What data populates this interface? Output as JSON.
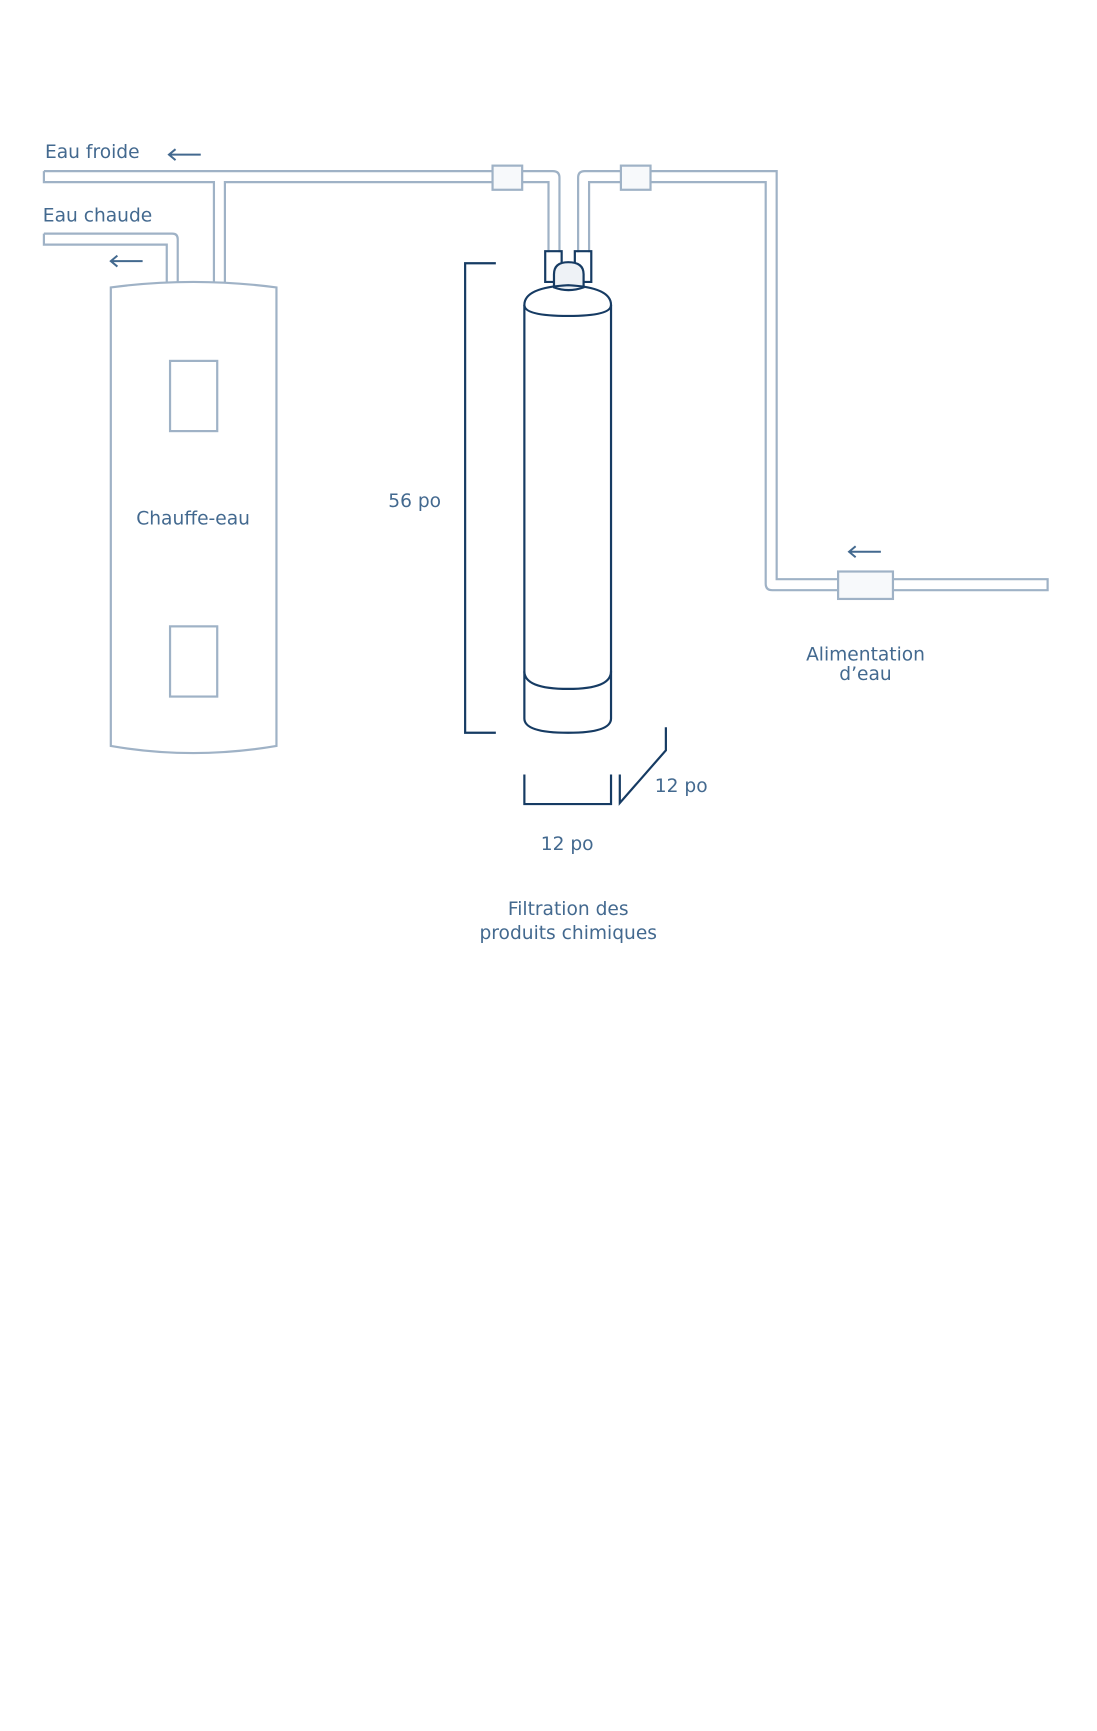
{
  "labels": {
    "cold_water": "Eau froide",
    "hot_water": "Eau chaude",
    "water_heater": "Chauffe-eau",
    "height_dim": "56 po",
    "depth_dim": "12 po",
    "width_dim": "12 po",
    "filter_line1": "Filtration des",
    "filter_line2": "produits chimiques",
    "supply_line1": "Alimentation",
    "supply_line2": "d’eau"
  },
  "colors": {
    "pipe": "#9fb2c6",
    "filter": "#163b63",
    "text": "#43698f"
  }
}
